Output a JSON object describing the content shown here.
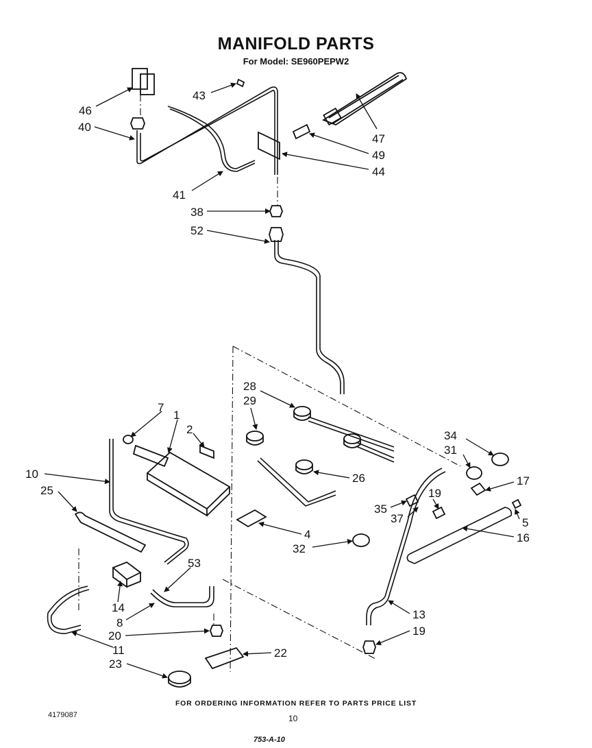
{
  "header": {
    "title": "MANIFOLD PARTS",
    "subtitle": "For Model: SE960PEPW2"
  },
  "footer": {
    "ordering_note": "FOR ORDERING INFORMATION REFER TO PARTS PRICE LIST",
    "part_code": "4179087",
    "page_number": "10",
    "stamp": "753-A-10"
  },
  "callouts": [
    {
      "id": "c46",
      "label": "46"
    },
    {
      "id": "c40",
      "label": "40"
    },
    {
      "id": "c43",
      "label": "43"
    },
    {
      "id": "c47",
      "label": "47"
    },
    {
      "id": "c49",
      "label": "49"
    },
    {
      "id": "c44",
      "label": "44"
    },
    {
      "id": "c41",
      "label": "41"
    },
    {
      "id": "c38",
      "label": "38"
    },
    {
      "id": "c52",
      "label": "52"
    },
    {
      "id": "c28",
      "label": "28"
    },
    {
      "id": "c29",
      "label": "29"
    },
    {
      "id": "c7",
      "label": "7"
    },
    {
      "id": "c1",
      "label": "1"
    },
    {
      "id": "c2",
      "label": "2"
    },
    {
      "id": "c34",
      "label": "34"
    },
    {
      "id": "c31",
      "label": "31"
    },
    {
      "id": "c17",
      "label": "17"
    },
    {
      "id": "c10",
      "label": "10"
    },
    {
      "id": "c25",
      "label": "25"
    },
    {
      "id": "c26",
      "label": "26"
    },
    {
      "id": "c19a",
      "label": "19"
    },
    {
      "id": "c35",
      "label": "35"
    },
    {
      "id": "c37",
      "label": "37"
    },
    {
      "id": "c5",
      "label": "5"
    },
    {
      "id": "c4",
      "label": "4"
    },
    {
      "id": "c16",
      "label": "16"
    },
    {
      "id": "c32",
      "label": "32"
    },
    {
      "id": "c53",
      "label": "53"
    },
    {
      "id": "c14",
      "label": "14"
    },
    {
      "id": "c8",
      "label": "8"
    },
    {
      "id": "c13",
      "label": "13"
    },
    {
      "id": "c19b",
      "label": "19"
    },
    {
      "id": "c20",
      "label": "20"
    },
    {
      "id": "c22",
      "label": "22"
    },
    {
      "id": "c11",
      "label": "11"
    },
    {
      "id": "c23",
      "label": "23"
    }
  ]
}
